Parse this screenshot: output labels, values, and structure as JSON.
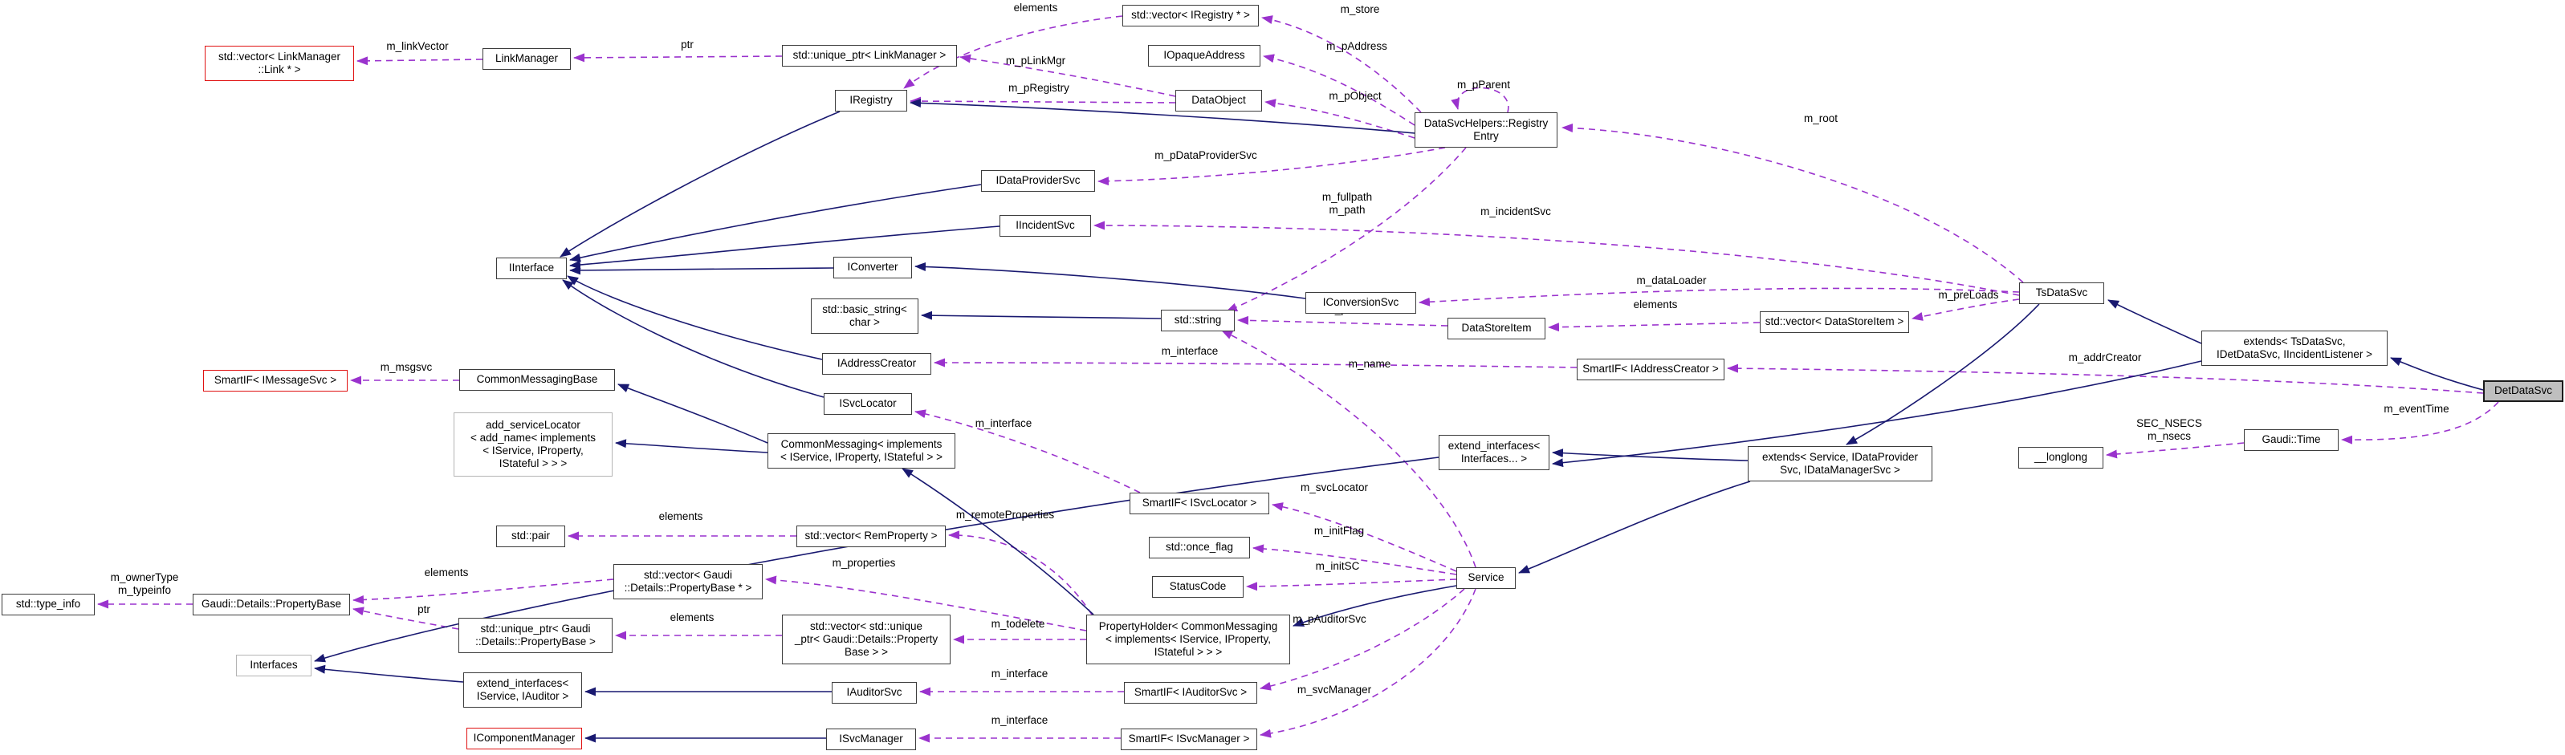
{
  "diagram": {
    "subject": "DetDataSvc",
    "colors": {
      "member_edge": "#9a32cd",
      "inheritance_edge": "#191970",
      "node_border": "#3d3d3d",
      "truncated_node_border": "#e01212",
      "subject_fill": "#bfbfbf",
      "background": "#ffffff"
    },
    "nodes": [
      {
        "id": "vec_linkmanager_link",
        "label": "std::vector< LinkManager\n::Link * >",
        "style": "red"
      },
      {
        "id": "linkmanager",
        "label": "LinkManager",
        "style": "normal"
      },
      {
        "id": "unique_ptr_linkmanager",
        "label": "std::unique_ptr< LinkManager >",
        "style": "normal"
      },
      {
        "id": "vec_iregistry_ptr",
        "label": "std::vector< IRegistry * >",
        "style": "normal"
      },
      {
        "id": "iopaqueaddress",
        "label": "IOpaqueAddress",
        "style": "normal"
      },
      {
        "id": "iregistry",
        "label": "IRegistry",
        "style": "normal"
      },
      {
        "id": "dataobject",
        "label": "DataObject",
        "style": "normal"
      },
      {
        "id": "registry_entry",
        "label": "DataSvcHelpers::Registry\nEntry",
        "style": "normal"
      },
      {
        "id": "idataprovidersvc",
        "label": "IDataProviderSvc",
        "style": "normal"
      },
      {
        "id": "iincidentsvc",
        "label": "IIncidentSvc",
        "style": "normal"
      },
      {
        "id": "iinterface",
        "label": "IInterface",
        "style": "normal"
      },
      {
        "id": "iconverter",
        "label": "IConverter",
        "style": "normal"
      },
      {
        "id": "basic_string_char",
        "label": "std::basic_string<\nchar >",
        "style": "normal"
      },
      {
        "id": "std_string",
        "label": "std::string",
        "style": "normal"
      },
      {
        "id": "iconversionsvc",
        "label": "IConversionSvc",
        "style": "normal"
      },
      {
        "id": "datastoreitem",
        "label": "DataStoreItem",
        "style": "normal"
      },
      {
        "id": "vec_datastoreitem",
        "label": "std::vector< DataStoreItem >",
        "style": "normal"
      },
      {
        "id": "tsdatasvc",
        "label": "TsDataSvc",
        "style": "normal"
      },
      {
        "id": "extends_tsdatasvc",
        "label": "extends< TsDataSvc,\nIDetDataSvc, IIncidentListener >",
        "style": "normal"
      },
      {
        "id": "detdatasvc",
        "label": "DetDataSvc",
        "style": "subject"
      },
      {
        "id": "iaddresscreator",
        "label": "IAddressCreator",
        "style": "normal"
      },
      {
        "id": "smartif_iaddresscreator",
        "label": "SmartIF< IAddressCreator >",
        "style": "normal"
      },
      {
        "id": "smartif_imessagesvc",
        "label": "SmartIF< IMessageSvc >",
        "style": "red"
      },
      {
        "id": "commonmessagingbase",
        "label": "CommonMessagingBase",
        "style": "normal"
      },
      {
        "id": "isvclocator",
        "label": "ISvcLocator",
        "style": "normal"
      },
      {
        "id": "add_servicelocator",
        "label": "add_serviceLocator\n< add_name< implements\n< IService, IProperty,\nIStateful > > >",
        "style": "light"
      },
      {
        "id": "commonmessaging_implements",
        "label": "CommonMessaging< implements\n< IService, IProperty, IStateful > >",
        "style": "normal"
      },
      {
        "id": "extend_interfaces_pack",
        "label": "extend_interfaces<\nInterfaces... >",
        "style": "normal"
      },
      {
        "id": "extends_service",
        "label": "extends< Service, IDataProvider\nSvc, IDataManagerSvc >",
        "style": "normal"
      },
      {
        "id": "longlong",
        "label": "__longlong",
        "style": "normal"
      },
      {
        "id": "gaudi_time",
        "label": "Gaudi::Time",
        "style": "normal"
      },
      {
        "id": "smartif_isvclocator",
        "label": "SmartIF< ISvcLocator >",
        "style": "normal"
      },
      {
        "id": "std_pair",
        "label": "std::pair",
        "style": "normal"
      },
      {
        "id": "vec_remproperty",
        "label": "std::vector< RemProperty >",
        "style": "normal"
      },
      {
        "id": "std_once_flag",
        "label": "std::once_flag",
        "style": "normal"
      },
      {
        "id": "statuscode",
        "label": "StatusCode",
        "style": "normal"
      },
      {
        "id": "service",
        "label": "Service",
        "style": "normal"
      },
      {
        "id": "vec_propertybase_ptr",
        "label": "std::vector< Gaudi\n::Details::PropertyBase * >",
        "style": "normal"
      },
      {
        "id": "std_type_info",
        "label": "std::type_info",
        "style": "normal"
      },
      {
        "id": "propertybase",
        "label": "Gaudi::Details::PropertyBase",
        "style": "normal"
      },
      {
        "id": "unique_ptr_propertybase",
        "label": "std::unique_ptr< Gaudi\n::Details::PropertyBase >",
        "style": "normal"
      },
      {
        "id": "vec_unique_ptr_propertybase",
        "label": "std::vector< std::unique\n_ptr< Gaudi::Details::Property\nBase > >",
        "style": "normal"
      },
      {
        "id": "propertyholder",
        "label": "PropertyHolder< CommonMessaging\n< implements< IService, IProperty,\nIStateful > > >",
        "style": "normal"
      },
      {
        "id": "interfaces",
        "label": "Interfaces",
        "style": "light"
      },
      {
        "id": "extend_interfaces_iservice_iauditor",
        "label": "extend_interfaces<\nIService, IAuditor >",
        "style": "normal"
      },
      {
        "id": "iauditorsvc",
        "label": "IAuditorSvc",
        "style": "normal"
      },
      {
        "id": "smartif_iauditorsvc",
        "label": "SmartIF< IAuditorSvc >",
        "style": "normal"
      },
      {
        "id": "icomponentmanager",
        "label": "IComponentManager",
        "style": "red"
      },
      {
        "id": "isvcmanager",
        "label": "ISvcManager",
        "style": "normal"
      },
      {
        "id": "smartif_isvcmanager",
        "label": "SmartIF< ISvcManager >",
        "style": "normal"
      }
    ],
    "edges": [
      {
        "id": "m_linkVector",
        "from": "linkmanager",
        "to": "vec_linkmanager_link",
        "label": "m_linkVector",
        "kind": "member"
      },
      {
        "id": "ptr_linkmanager",
        "from": "unique_ptr_linkmanager",
        "to": "linkmanager",
        "label": "ptr",
        "kind": "member"
      },
      {
        "id": "elements_iregistry",
        "from": "vec_iregistry_ptr",
        "to": "iregistry",
        "label": "elements",
        "kind": "member"
      },
      {
        "id": "m_store",
        "from": "registry_entry",
        "to": "vec_iregistry_ptr",
        "label": "m_store",
        "kind": "member"
      },
      {
        "id": "m_pLinkMgr",
        "from": "dataobject",
        "to": "unique_ptr_linkmanager",
        "label": "m_pLinkMgr",
        "kind": "member"
      },
      {
        "id": "m_pRegistry",
        "from": "dataobject",
        "to": "iregistry",
        "label": "m_pRegistry",
        "kind": "member"
      },
      {
        "id": "m_pAddress",
        "from": "registry_entry",
        "to": "iopaqueaddress",
        "label": "m_pAddress",
        "kind": "member"
      },
      {
        "id": "m_pObject",
        "from": "registry_entry",
        "to": "dataobject",
        "label": "m_pObject",
        "kind": "member"
      },
      {
        "id": "m_pParent",
        "from": "registry_entry",
        "to": "registry_entry",
        "label": "m_pParent",
        "kind": "member"
      },
      {
        "id": "m_root",
        "from": "tsdatasvc",
        "to": "registry_entry",
        "label": "m_root",
        "kind": "member"
      },
      {
        "id": "m_pDataProviderSvc",
        "from": "registry_entry",
        "to": "idataprovidersvc",
        "label": "m_pDataProviderSvc",
        "kind": "member"
      },
      {
        "id": "m_fullpath_m_path",
        "from": "registry_entry",
        "to": "std_string",
        "label": "m_fullpath\nm_path",
        "kind": "member"
      },
      {
        "id": "m_incidentSvc",
        "from": "tsdatasvc",
        "to": "iincidentsvc",
        "label": "m_incidentSvc",
        "kind": "member"
      },
      {
        "id": "m_dataLoader",
        "from": "tsdatasvc",
        "to": "iconversionsvc",
        "label": "m_dataLoader",
        "kind": "member"
      },
      {
        "id": "elements_datastoreitem",
        "from": "vec_datastoreitem",
        "to": "datastoreitem",
        "label": "elements",
        "kind": "member"
      },
      {
        "id": "m_preLoads",
        "from": "tsdatasvc",
        "to": "vec_datastoreitem",
        "label": "m_preLoads",
        "kind": "member"
      },
      {
        "id": "m_path",
        "from": "datastoreitem",
        "to": "std_string",
        "label": "m_path",
        "kind": "member"
      },
      {
        "id": "m_interface_addresscreator",
        "from": "smartif_iaddresscreator",
        "to": "iaddresscreator",
        "label": "m_interface",
        "kind": "member"
      },
      {
        "id": "m_name",
        "from": "service",
        "to": "std_string",
        "label": "m_name",
        "kind": "member"
      },
      {
        "id": "m_addrCreator",
        "from": "detdatasvc",
        "to": "smartif_iaddresscreator",
        "label": "m_addrCreator",
        "kind": "member"
      },
      {
        "id": "m_eventTime",
        "from": "detdatasvc",
        "to": "gaudi_time",
        "label": "m_eventTime",
        "kind": "member"
      },
      {
        "id": "m_nsecs",
        "from": "gaudi_time",
        "to": "longlong",
        "label": "SEC_NSECS\nm_nsecs",
        "kind": "member"
      },
      {
        "id": "m_msgsvc",
        "from": "commonmessagingbase",
        "to": "smartif_imessagesvc",
        "label": "m_msgsvc",
        "kind": "member"
      },
      {
        "id": "m_interface_isvclocator",
        "from": "smartif_isvclocator",
        "to": "isvclocator",
        "label": "m_interface",
        "kind": "member"
      },
      {
        "id": "m_svcLocator",
        "from": "service",
        "to": "smartif_isvclocator",
        "label": "m_svcLocator",
        "kind": "member"
      },
      {
        "id": "m_initFlag",
        "from": "service",
        "to": "std_once_flag",
        "label": "m_initFlag",
        "kind": "member"
      },
      {
        "id": "m_initSC",
        "from": "service",
        "to": "statuscode",
        "label": "m_initSC",
        "kind": "member"
      },
      {
        "id": "m_pAuditorSvc",
        "from": "service",
        "to": "smartif_iauditorsvc",
        "label": "m_pAuditorSvc",
        "kind": "member"
      },
      {
        "id": "m_svcManager",
        "from": "service",
        "to": "smartif_isvcmanager",
        "label": "m_svcManager",
        "kind": "member"
      },
      {
        "id": "m_remoteProperties",
        "from": "propertyholder",
        "to": "vec_remproperty",
        "label": "m_remoteProperties",
        "kind": "member"
      },
      {
        "id": "m_properties",
        "from": "propertyholder",
        "to": "vec_propertybase_ptr",
        "label": "m_properties",
        "kind": "member"
      },
      {
        "id": "m_todelete",
        "from": "propertyholder",
        "to": "vec_unique_ptr_propertybase",
        "label": "m_todelete",
        "kind": "member"
      },
      {
        "id": "elements_remproperty",
        "from": "vec_remproperty",
        "to": "std_pair",
        "label": "elements",
        "kind": "member"
      },
      {
        "id": "elements_propertybase",
        "from": "vec_propertybase_ptr",
        "to": "propertybase",
        "label": "elements",
        "kind": "member"
      },
      {
        "id": "ptr_propertybase",
        "from": "unique_ptr_propertybase",
        "to": "propertybase",
        "label": "ptr",
        "kind": "member"
      },
      {
        "id": "elements_unique_ptr",
        "from": "vec_unique_ptr_propertybase",
        "to": "unique_ptr_propertybase",
        "label": "elements",
        "kind": "member"
      },
      {
        "id": "m_ownerType_m_typeinfo",
        "from": "propertybase",
        "to": "std_type_info",
        "label": "m_ownerType\nm_typeinfo",
        "kind": "member"
      },
      {
        "id": "m_interface_iauditorsvc",
        "from": "smartif_iauditorsvc",
        "to": "iauditorsvc",
        "label": "m_interface",
        "kind": "member"
      },
      {
        "id": "m_interface_isvcmanager",
        "from": "smartif_isvcmanager",
        "to": "isvcmanager",
        "label": "m_interface",
        "kind": "member"
      },
      {
        "id": "inh_registryentry_iregistry",
        "from": "registry_entry",
        "to": "iregistry",
        "label": "",
        "kind": "inherit"
      },
      {
        "id": "inh_iregistry_iinterface",
        "from": "iregistry",
        "to": "iinterface",
        "label": "",
        "kind": "inherit"
      },
      {
        "id": "inh_idataprovidersvc_iinterface",
        "from": "idataprovidersvc",
        "to": "iinterface",
        "label": "",
        "kind": "inherit"
      },
      {
        "id": "inh_iincidentsvc_iinterface",
        "from": "iincidentsvc",
        "to": "iinterface",
        "label": "",
        "kind": "inherit"
      },
      {
        "id": "inh_iconverter_iinterface",
        "from": "iconverter",
        "to": "iinterface",
        "label": "",
        "kind": "inherit"
      },
      {
        "id": "inh_iaddresscreator_iinterface",
        "from": "iaddresscreator",
        "to": "iinterface",
        "label": "",
        "kind": "inherit"
      },
      {
        "id": "inh_isvclocator_iinterface",
        "from": "isvclocator",
        "to": "iinterface",
        "label": "",
        "kind": "inherit"
      },
      {
        "id": "inh_stdstring_basicstring",
        "from": "std_string",
        "to": "basic_string_char",
        "label": "",
        "kind": "inherit"
      },
      {
        "id": "inh_iconversionsvc_iconverter",
        "from": "iconversionsvc",
        "to": "iconverter",
        "label": "",
        "kind": "inherit"
      },
      {
        "id": "inh_commonmessaging_base",
        "from": "commonmessaging_implements",
        "to": "commonmessagingbase",
        "label": "",
        "kind": "inherit"
      },
      {
        "id": "inh_commonmessaging_addsvclocator",
        "from": "commonmessaging_implements",
        "to": "add_servicelocator",
        "label": "",
        "kind": "inherit"
      },
      {
        "id": "inh_propertyholder_commonmessaging",
        "from": "propertyholder",
        "to": "commonmessaging_implements",
        "label": "",
        "kind": "inherit"
      },
      {
        "id": "inh_service_propertyholder",
        "from": "service",
        "to": "propertyholder",
        "label": "",
        "kind": "inherit"
      },
      {
        "id": "inh_extendsservice_service",
        "from": "extends_service",
        "to": "service",
        "label": "",
        "kind": "inherit"
      },
      {
        "id": "inh_tsdatasvc_extendsservice",
        "from": "tsdatasvc",
        "to": "extends_service",
        "label": "",
        "kind": "inherit"
      },
      {
        "id": "inh_extendsts_tsdatasvc",
        "from": "extends_tsdatasvc",
        "to": "tsdatasvc",
        "label": "",
        "kind": "inherit"
      },
      {
        "id": "inh_detdatasvc_extendsts",
        "from": "detdatasvc",
        "to": "extends_tsdatasvc",
        "label": "",
        "kind": "inherit"
      },
      {
        "id": "inh_extendsservice_extendinterfaces",
        "from": "extends_service",
        "to": "extend_interfaces_pack",
        "label": "",
        "kind": "inherit"
      },
      {
        "id": "inh_extendsts_extendinterfaces",
        "from": "extends_tsdatasvc",
        "to": "extend_interfaces_pack",
        "label": "",
        "kind": "inherit"
      },
      {
        "id": "inh_extendinterfaces_interfaces",
        "from": "extend_interfaces_pack",
        "to": "interfaces",
        "label": "",
        "kind": "inherit"
      },
      {
        "id": "inh_extendifaud_interfaces",
        "from": "extend_interfaces_iservice_iauditor",
        "to": "interfaces",
        "label": "",
        "kind": "inherit"
      },
      {
        "id": "inh_iauditorsvc_extendif",
        "from": "iauditorsvc",
        "to": "extend_interfaces_iservice_iauditor",
        "label": "",
        "kind": "inherit"
      },
      {
        "id": "inh_isvcmanager_icomponentmanager",
        "from": "isvcmanager",
        "to": "icomponentmanager",
        "label": "",
        "kind": "inherit"
      }
    ]
  }
}
